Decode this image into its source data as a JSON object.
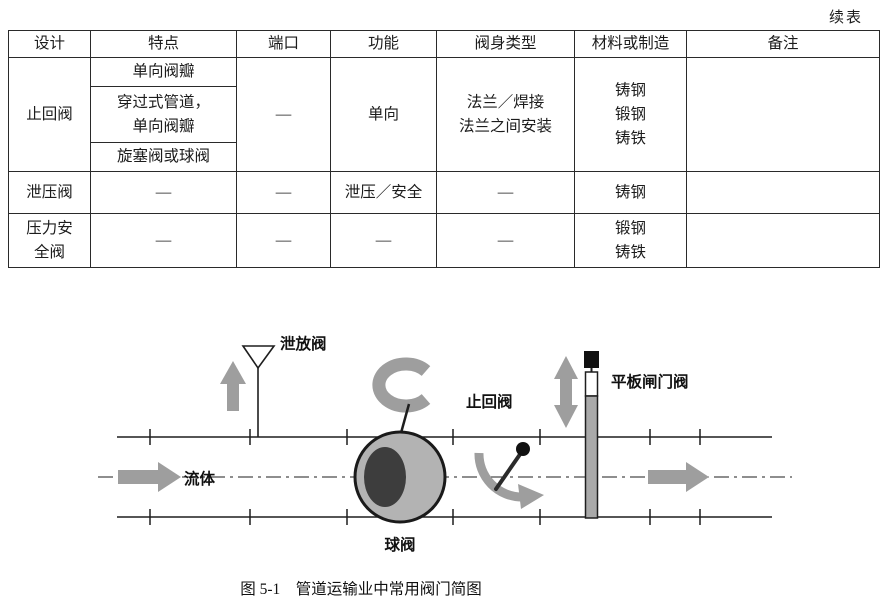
{
  "page": {
    "continuation_note": "续表",
    "figure_caption": "图 5-1　管道运输业中常用阀门简图"
  },
  "table": {
    "headers": [
      "设计",
      "特点",
      "端口",
      "功能",
      "阀身类型",
      "材料或制造",
      "备注"
    ],
    "check_valve_row": {
      "design": "止回阀",
      "feature_1": "单向阀瓣",
      "feature_2": "穿过式管道，\n单向阀瓣",
      "feature_3": "旋塞阀或球阀",
      "port": "—",
      "function": "单向",
      "body_type": "法兰／焊接\n法兰之间安装",
      "material": "铸钢\n锻钢\n铸铁",
      "remark": ""
    },
    "relief_valve_row": {
      "design": "泄压阀",
      "feature": "—",
      "port": "—",
      "function": "泄压／安全",
      "body_type": "—",
      "material": "铸钢",
      "remark": ""
    },
    "safety_valve_row": {
      "design": "压力安\n全阀",
      "feature": "—",
      "port": "—",
      "function": "—",
      "body_type": "—",
      "material": "锻钢\n铸铁",
      "remark": ""
    }
  },
  "diagram": {
    "labels": {
      "relief_valve": "泄放阀",
      "fluid": "流体",
      "ball_valve": "球阀",
      "check_valve": "止回阀",
      "gate_valve": "平板闸门阀"
    },
    "colors": {
      "arrow_gray": "#9e9e9e",
      "metal_gray": "#b3b3b3",
      "line_black": "#1e1e1e"
    }
  }
}
